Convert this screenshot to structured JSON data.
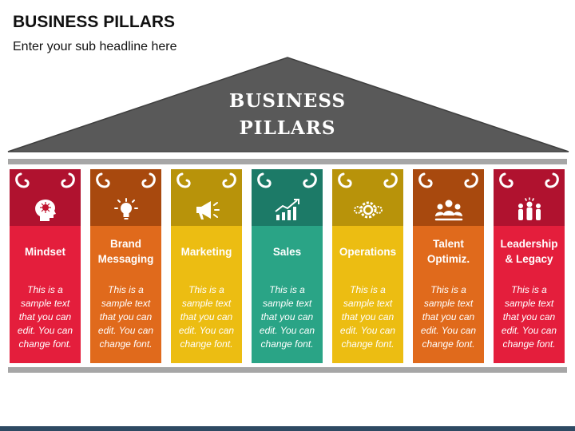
{
  "header": {
    "title": "BUSINESS PILLARS",
    "subtitle": "Enter your sub headline here"
  },
  "roof": {
    "line1": "BUSINESS",
    "line2": "PILLARS",
    "color": "#595959"
  },
  "pillars": [
    {
      "name": "Mindset",
      "desc": "This is a sample text that you can edit. You can change font.",
      "icon": "head-brain-icon",
      "dark": "#b0122f",
      "light": "#e41e3c"
    },
    {
      "name": "Brand Messaging",
      "desc": "This is a sample text that you can edit. You can change font.",
      "icon": "lightbulb-icon",
      "dark": "#a8490e",
      "light": "#e06a1c"
    },
    {
      "name": "Marketing",
      "desc": "This is a sample text that you can edit. You can change font.",
      "icon": "megaphone-icon",
      "dark": "#b8930a",
      "light": "#ecbd12"
    },
    {
      "name": "Sales",
      "desc": "This is a sample text that you can edit. You can change font.",
      "icon": "growth-chart-icon",
      "dark": "#1c7a67",
      "light": "#2aa486"
    },
    {
      "name": "Operations",
      "desc": "This is a sample text that you can edit. You can change font.",
      "icon": "gears-icon",
      "dark": "#b8930a",
      "light": "#ecbd12"
    },
    {
      "name": "Talent Optimiz.",
      "desc": "This is a sample text that you can edit. You can change font.",
      "icon": "team-icon",
      "dark": "#a8490e",
      "light": "#e06a1c"
    },
    {
      "name": "Leadership & Legacy",
      "desc": "This is a sample text that you can edit. You can change font.",
      "icon": "leader-icon",
      "dark": "#b0122f",
      "light": "#e41e3c"
    }
  ]
}
